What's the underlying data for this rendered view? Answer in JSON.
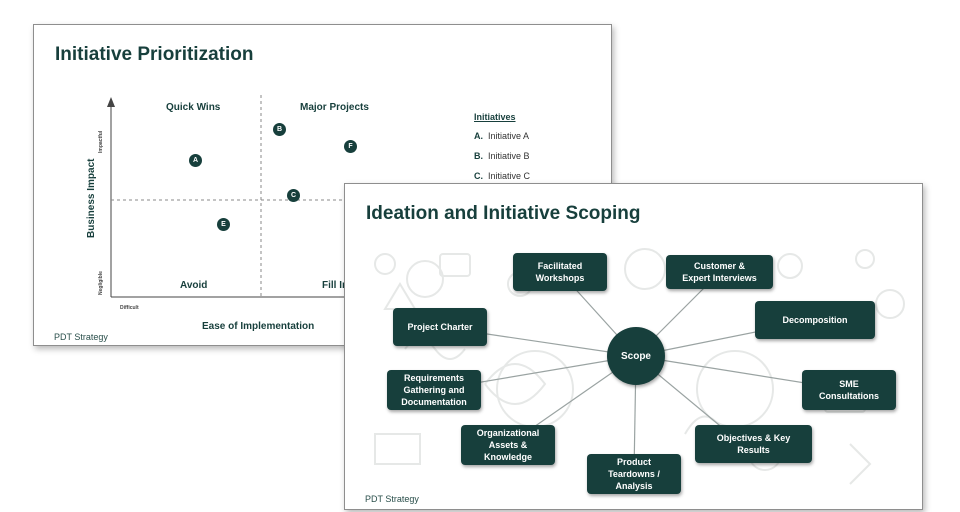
{
  "slide1": {
    "title": "Initiative Prioritization",
    "footer": "PDT Strategy",
    "y_axis_label": "Business Impact",
    "x_axis_label": "Ease of Implementation",
    "y_high": "Impactful",
    "y_low": "Negligible",
    "x_low": "Difficult",
    "quadrants": {
      "top_left": "Quick Wins",
      "top_right": "Major Projects",
      "bottom_left": "Avoid",
      "bottom_right": "Fill In"
    },
    "points": [
      "A",
      "B",
      "C",
      "E",
      "F"
    ],
    "legend": {
      "title": "Initiatives",
      "items": [
        {
          "letter": "A.",
          "name": "Initiative A"
        },
        {
          "letter": "B.",
          "name": "Initiative B"
        },
        {
          "letter": "C.",
          "name": "Initiative C"
        }
      ]
    }
  },
  "slide2": {
    "title": "Ideation and Initiative Scoping",
    "footer": "PDT Strategy",
    "hub": "Scope",
    "nodes": [
      "Facilitated\nWorkshops",
      "Customer &\nExpert  Interviews",
      "Project Charter",
      "Decomposition",
      "Requirements\nGathering and\nDocumentation",
      "SME\nConsultations",
      "Organizational\nAssets &\nKnowledge",
      "Objectives & Key\nResults",
      "Product\nTeardowns /\nAnalysis"
    ]
  },
  "colors": {
    "accent": "#173f3c",
    "border": "#8e8e8e"
  }
}
